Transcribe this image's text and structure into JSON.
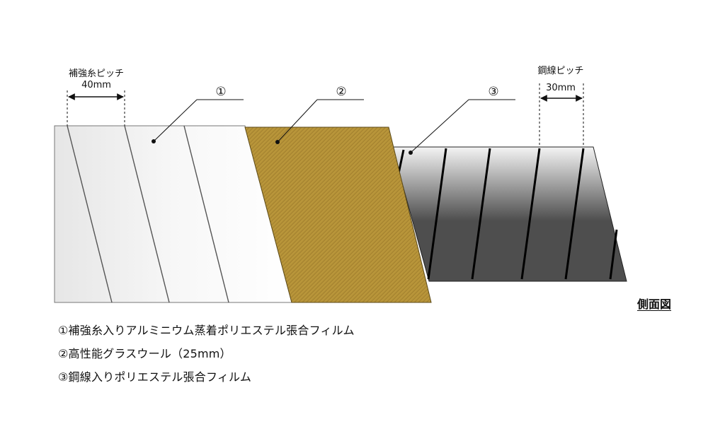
{
  "diagram": {
    "pitch_left": {
      "title": "補強糸ピッチ",
      "value": "40mm"
    },
    "pitch_right": {
      "title": "鋼線ピッチ",
      "value": "30mm"
    },
    "callouts": [
      "①",
      "②",
      "③"
    ],
    "view_label": "側面図"
  },
  "legend": [
    "①補強糸入りアルミニウム蒸着ポリエステル張合フィルム",
    "②高性能グラスウール（25mm）",
    "③鋼線入りポリエステル張合フィルム"
  ],
  "colors": {
    "layer1_fill": "#f2f2f2",
    "layer2_fill": "#b8953a",
    "layer3_dark": "#4e4e4e",
    "layer3_light": "#f4f4f4"
  }
}
